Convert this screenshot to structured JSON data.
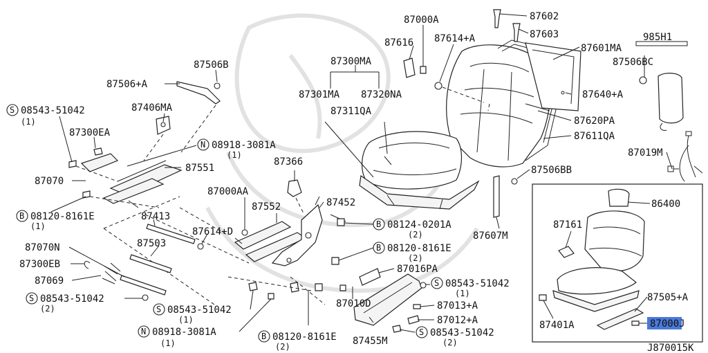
{
  "diagram_id": "J870015K",
  "labels": {
    "p87000A": "87000A",
    "p87602": "87602",
    "p87603": "87603",
    "p87616": "87616",
    "p87614A_top": "87614+A",
    "p87601MA": "87601MA",
    "p985H1": "985H1",
    "p87506BC": "87506BC",
    "p87300MA": "87300MA",
    "p87640A": "87640+A",
    "p87301MA": "87301MA",
    "p87320NA": "87320NA",
    "p87311QA": "87311QA",
    "p87620PA": "87620PA",
    "p87611QA": "87611QA",
    "p87019M": "87019M",
    "p87506B": "87506B",
    "p87506A": "87506+A",
    "p87406MA": "87406MA",
    "s08543_1": "08543-51042",
    "s08543_1_qty": "(1)",
    "p87300EA": "87300EA",
    "n08918_1": "08918-3081A",
    "n08918_1_qty": "(1)",
    "p87551": "87551",
    "p87070": "87070",
    "p87366": "87366",
    "p87506BB": "87506BB",
    "p86400": "86400",
    "b08120_1": "08120-8161E",
    "b08120_1_qty": "(1)",
    "p87000AA": "87000AA",
    "p87552": "87552",
    "p87452": "87452",
    "p87413": "87413",
    "p87614D": "87614+D",
    "b08124": "08124-0201A",
    "b08124_qty": "(2)",
    "p87607M": "87607M",
    "p87161": "87161",
    "p87503": "87503",
    "p87070N": "87070N",
    "b08120_2": "08120-8161E",
    "b08120_2_qty": "(2)",
    "p87300EB": "87300EB",
    "p87016PA": "87016PA",
    "p87069": "87069",
    "s08543_2": "08543-51042",
    "s08543_2_qty": "(1)",
    "s08543_3": "08543-51042",
    "s08543_3_qty": "(2)",
    "p87010D": "87010D",
    "p87013A": "87013+A",
    "s08543_4": "08543-51042",
    "s08543_4_qty": "(1)",
    "p87505A": "87505+A",
    "p87012A": "87012+A",
    "p87401A": "87401A",
    "p87000J": "87000J",
    "n08918_2": "08918-3081A",
    "n08918_2_qty": "(1)",
    "b08120_3": "08120-8161E",
    "b08120_3_qty": "(2)",
    "p87455M": "87455M",
    "s08543_5": "08543-51042",
    "s08543_5_qty": "(2)"
  },
  "prefix": {
    "S": "S",
    "N": "N",
    "B": "B"
  }
}
